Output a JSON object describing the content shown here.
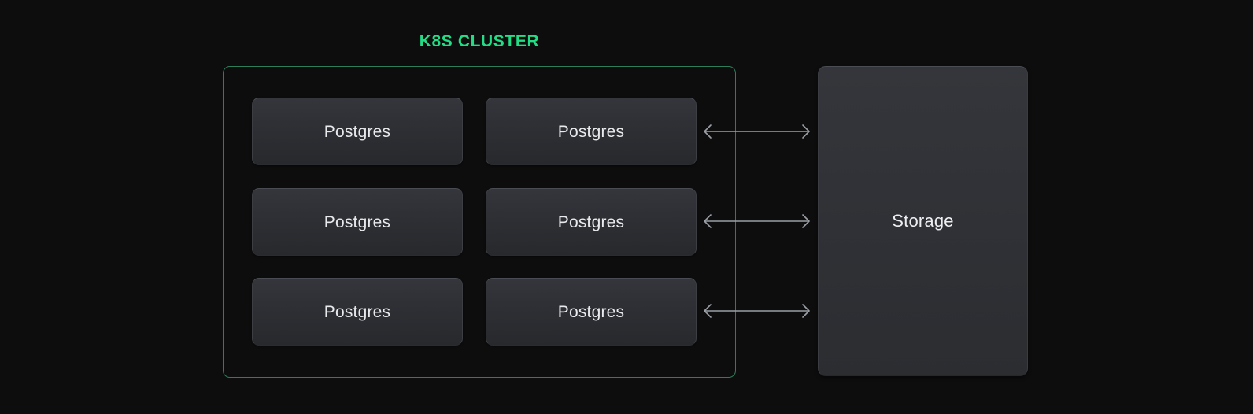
{
  "diagram": {
    "type": "architecture-diagram",
    "background_color": "#0d0d0d",
    "cluster": {
      "title": "K8S CLUSTER",
      "title_color": "#22dd85",
      "border_color": "#2e7d5a",
      "nodes": [
        {
          "label": "Postgres",
          "column": "left",
          "row": 1
        },
        {
          "label": "Postgres",
          "column": "right",
          "row": 1
        },
        {
          "label": "Postgres",
          "column": "left",
          "row": 2
        },
        {
          "label": "Postgres",
          "column": "right",
          "row": 2
        },
        {
          "label": "Postgres",
          "column": "left",
          "row": 3
        },
        {
          "label": "Postgres",
          "column": "right",
          "row": 3
        }
      ],
      "node_fill_color": "#2e3035",
      "node_text_color": "#e9eaec"
    },
    "connectors": [
      {
        "name": "bidirectional-arrow",
        "direction": "both",
        "row": 1,
        "color": "#9aa0a6"
      },
      {
        "name": "bidirectional-arrow",
        "direction": "both",
        "row": 2,
        "color": "#9aa0a6"
      },
      {
        "name": "bidirectional-arrow",
        "direction": "both",
        "row": 3,
        "color": "#9aa0a6"
      }
    ],
    "storage": {
      "label": "Storage",
      "fill_color": "#303237",
      "text_color": "#eceef0"
    }
  }
}
